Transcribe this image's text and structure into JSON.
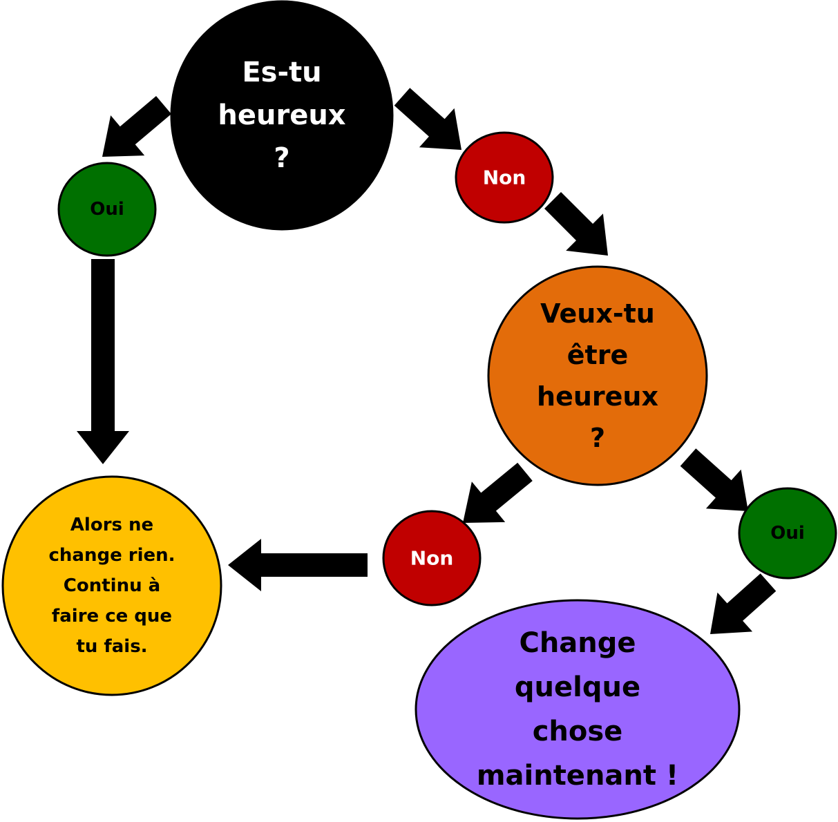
{
  "nodes": {
    "question_happy": {
      "lines": [
        "Es-tu",
        "heureux",
        "?"
      ],
      "fill": "#000000",
      "text_color": "#ffffff"
    },
    "answer_no_1": {
      "lines": [
        "Non"
      ],
      "fill": "#c00000",
      "text_color": "#ffffff"
    },
    "answer_yes_1": {
      "lines": [
        "Oui"
      ],
      "fill": "#007000",
      "text_color": "#000000"
    },
    "question_want_happy": {
      "lines": [
        "Veux-tu",
        "être",
        "heureux",
        "?"
      ],
      "fill": "#e36c0a",
      "text_color": "#000000"
    },
    "answer_no_2": {
      "lines": [
        "Non"
      ],
      "fill": "#c00000",
      "text_color": "#ffffff"
    },
    "answer_yes_2": {
      "lines": [
        "Oui"
      ],
      "fill": "#007000",
      "text_color": "#000000"
    },
    "result_keep": {
      "lines": [
        "Alors ne",
        "change rien.",
        "Continu à",
        "faire ce que",
        "tu fais."
      ],
      "fill": "#ffc000",
      "text_color": "#000000"
    },
    "result_change": {
      "lines": [
        "Change",
        "quelque",
        "chose",
        "maintenant !"
      ],
      "fill": "#9966ff",
      "text_color": "#000000"
    }
  },
  "edges": [
    {
      "from": "question_happy",
      "to": "answer_yes_1"
    },
    {
      "from": "question_happy",
      "to": "answer_no_1"
    },
    {
      "from": "answer_yes_1",
      "to": "result_keep"
    },
    {
      "from": "answer_no_1",
      "to": "question_want_happy"
    },
    {
      "from": "question_want_happy",
      "to": "answer_no_2"
    },
    {
      "from": "question_want_happy",
      "to": "answer_yes_2"
    },
    {
      "from": "answer_no_2",
      "to": "result_keep"
    },
    {
      "from": "answer_yes_2",
      "to": "result_change"
    }
  ]
}
